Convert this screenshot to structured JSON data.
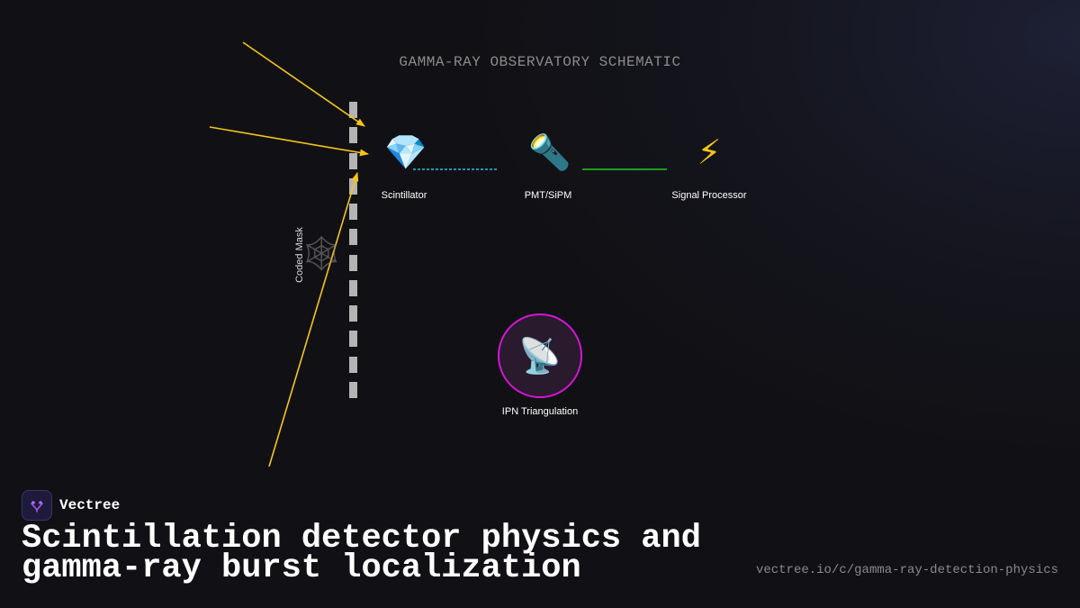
{
  "diagram": {
    "title": "GAMMA-RAY OBSERVATORY SCHEMATIC",
    "nodes": {
      "scintillator": {
        "label": "Scintillator",
        "icon": "gem-icon",
        "glyph": "💎"
      },
      "pmt": {
        "label": "PMT/SiPM",
        "icon": "flashlight-icon",
        "glyph": "🔦"
      },
      "signal_processor": {
        "label": "Signal Processor",
        "icon": "lightning-icon",
        "glyph": "⚡"
      },
      "ipn": {
        "label": "IPN Triangulation",
        "icon": "satellite-dish-icon",
        "glyph": "📡"
      },
      "coded_mask": {
        "label": "Coded Mask",
        "icon": "web-icon",
        "glyph": "🕸"
      }
    },
    "colors": {
      "gamma_rays": "#f5c518",
      "optical_link": "#22c4e0",
      "signal_link": "#22cc22",
      "ipn_ring": "#d615d6",
      "mask": "#b4b4b4"
    }
  },
  "footer": {
    "brand": "Vectree",
    "headline_line1": "Scintillation detector physics and",
    "headline_line2": "gamma-ray burst localization",
    "url": "vectree.io/c/gamma-ray-detection-physics"
  }
}
